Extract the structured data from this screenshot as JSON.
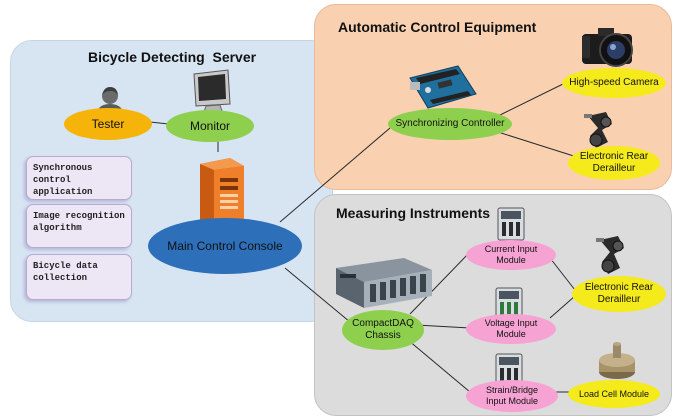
{
  "server": {
    "title": "Bicycle Detecting  Server",
    "tester": "Tester",
    "monitor": "Monitor",
    "console": "Main Control Console",
    "modules": [
      "Synchronous control application",
      "Image recognition algorithm",
      "Bicycle data collection"
    ]
  },
  "auto": {
    "title": "Automatic Control Equipment",
    "sync": "Synchronizing Controller",
    "camera": "High-speed Camera",
    "derailleur": "Electronic Rear Derailleur"
  },
  "measure": {
    "title": "Measuring Instruments",
    "chassis": "CompactDAQ Chassis",
    "current": "Current Input Module",
    "voltage": "Voltage Input Module",
    "strain": "Strain/Bridge Input Module",
    "derailleur": "Electronic Rear Derailleur",
    "loadcell": "Load Cell Module"
  },
  "colors": {
    "server_bg": "#d7e5f3",
    "auto_bg": "#f9d1b1",
    "measure_bg": "#dcdcdc",
    "green": "#8ed04e",
    "yellow": "#f4ea1c",
    "orange": "#f6b40a",
    "blue": "#2d6fb8",
    "pink": "#f6a3d3"
  }
}
